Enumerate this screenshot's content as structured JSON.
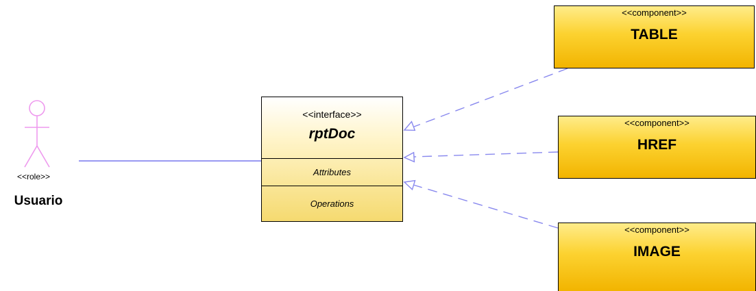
{
  "actor": {
    "stereotype": "<<role>>",
    "name": "Usuario"
  },
  "interface": {
    "stereotype": "<<interface>>",
    "name": "rptDoc",
    "sections": [
      "Attributes",
      "Operations"
    ]
  },
  "components": [
    {
      "stereotype": "<<component>>",
      "name": "TABLE"
    },
    {
      "stereotype": "<<component>>",
      "name": "HREF"
    },
    {
      "stereotype": "<<component>>",
      "name": "IMAGE"
    }
  ],
  "colors": {
    "actor": "#ee99ee",
    "association": "#7777ee",
    "realization": "#8888ee",
    "component_fill": "#fcd230",
    "interface_fill": "#f5da70"
  }
}
